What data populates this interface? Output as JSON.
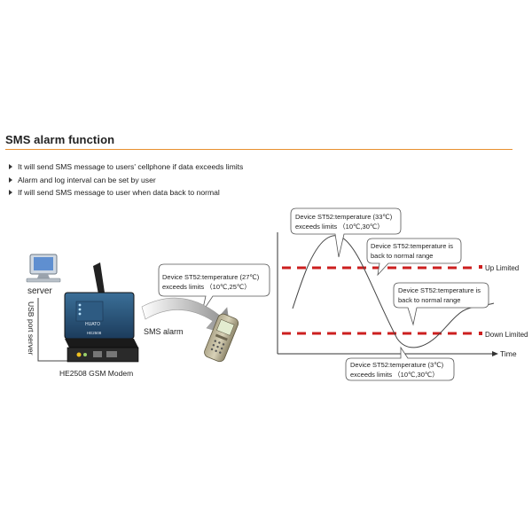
{
  "heading": "SMS alarm function",
  "bullets": [
    "It will send SMS message to users' cellphone if data exceeds limits",
    "Alarm and log interval can be set by user",
    "If will send SMS message to user when data back to normal"
  ],
  "left_diagram": {
    "server_label": "server",
    "usb_label": "USB port server",
    "modem_caption": "HE2508  GSM  Modem",
    "modem_brand": "HUATO",
    "modem_model": "HE2508",
    "sms_label": "SMS alarm",
    "sms_bubble": {
      "line1": "Device ST52:temperature (27℃)",
      "line2": "exceeds limits （10℃,25℃）"
    }
  },
  "graph": {
    "up_label": "Up Limited",
    "down_label": "Down Limited",
    "time_label": "Time",
    "limit_color": "#cc1f1f",
    "callouts": {
      "top_exceed": {
        "line1": "Device ST52:temperature (33℃)",
        "line2": "exceeds limits （10℃,30℃）"
      },
      "back_normal_1": {
        "line1": "Device ST52:temperature is",
        "line2": "back to normal range"
      },
      "back_normal_2": {
        "line1": "Device ST52:temperature is",
        "line2": "back to normal range"
      },
      "bottom_exceed": {
        "line1": "Device ST52:temperature (3℃)",
        "line2": "exceeds limits （10℃,30℃）"
      }
    }
  }
}
